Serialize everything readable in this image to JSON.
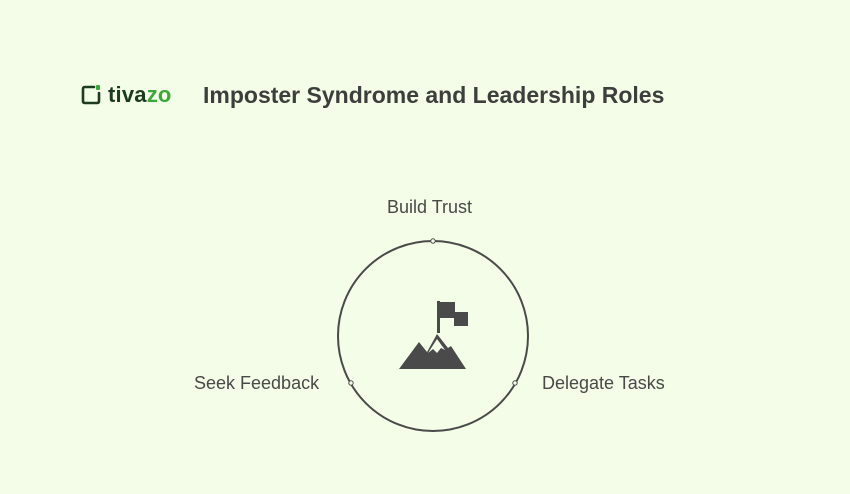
{
  "brand": {
    "name_part1": "ti",
    "name_part2": "va",
    "name_part3": "zo",
    "accent": "#3aa935",
    "dark": "#1c3b1f"
  },
  "title": "Imposter Syndrome and Leadership Roles",
  "cycle": {
    "center_icon": "mountain-flag-icon",
    "steps": [
      {
        "label": "Build Trust"
      },
      {
        "label": "Delegate Tasks"
      },
      {
        "label": "Seek Feedback"
      }
    ]
  },
  "colors": {
    "background": "#f3fde8",
    "stroke": "#4a4a4a",
    "text": "#484a48"
  }
}
